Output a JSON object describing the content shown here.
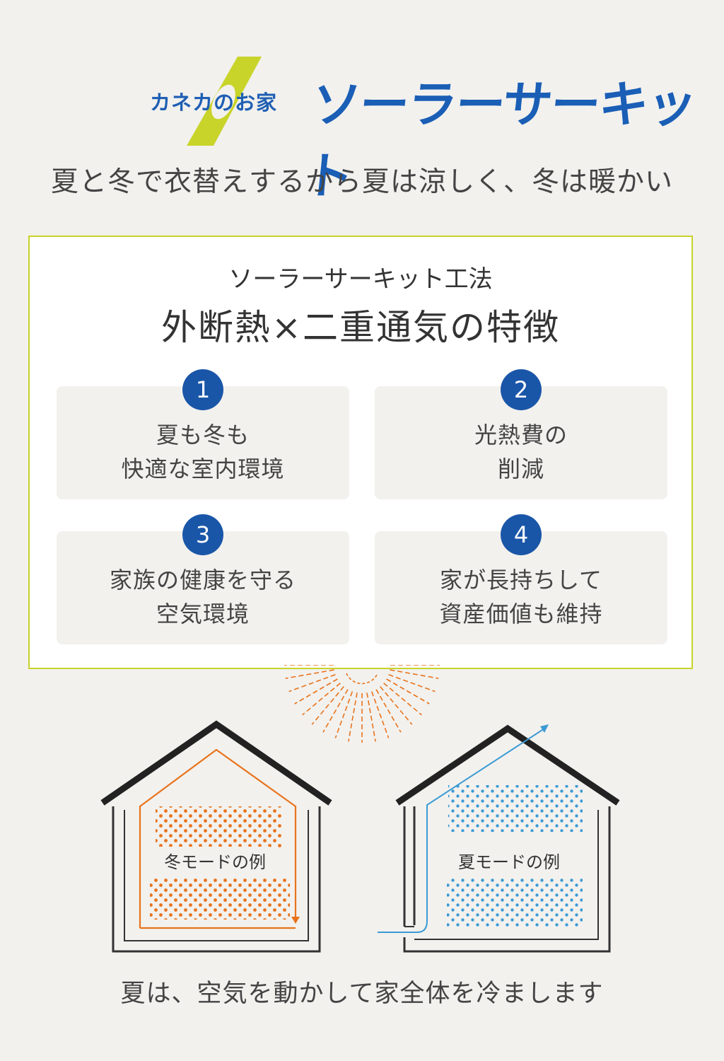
{
  "logo": {
    "brand_small": "カネカのお家",
    "brand_big": "ソーラーサーキット",
    "accent_color": "#c8d42a",
    "brand_color": "#1a5eb6"
  },
  "tagline": "夏と冬で衣替えするから夏は涼しく、冬は暖かい",
  "panel": {
    "subtitle": "ソーラーサーキット工法",
    "title": "外断熱×二重通気の特徴",
    "cards": [
      {
        "num": "1",
        "line1": "夏も冬も",
        "line2": "快適な室内環境"
      },
      {
        "num": "2",
        "line1": "光熱費の",
        "line2": "削減"
      },
      {
        "num": "3",
        "line1": "家族の健康を守る",
        "line2": "空気環境"
      },
      {
        "num": "4",
        "line1": "家が長持ちして",
        "line2": "資産価値も維持"
      }
    ]
  },
  "illustration": {
    "winter_label": "冬モードの例",
    "summer_label": "夏モードの例",
    "sun_icon": "sun-icon",
    "winter_color": "#e8731c",
    "summer_color": "#3b9ad4"
  },
  "footer": "夏は、空気を動かして家全体を冷まします"
}
